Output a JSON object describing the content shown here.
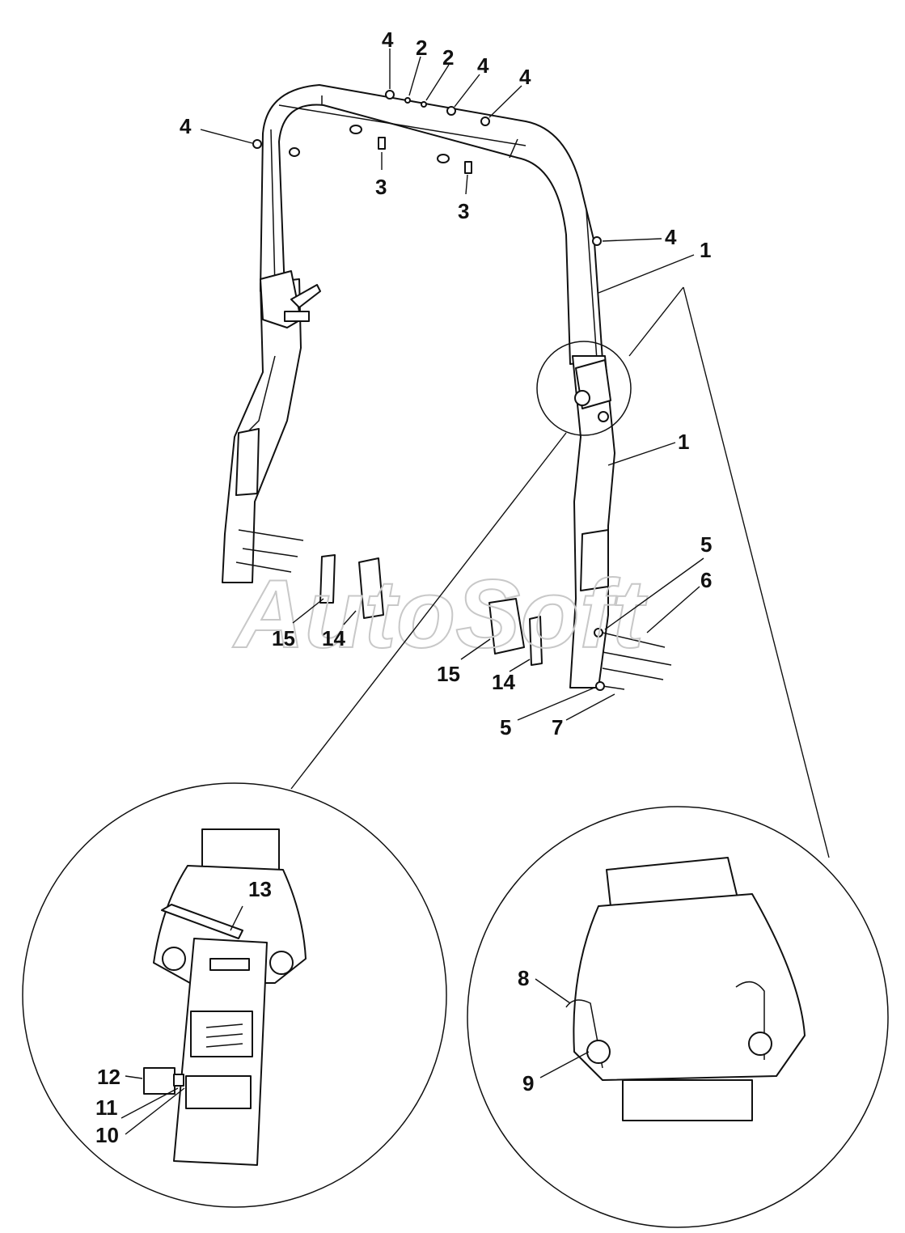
{
  "watermark": "AutoSoft",
  "callouts": [
    {
      "id": "c-4a",
      "text": "4"
    },
    {
      "id": "c-2a",
      "text": "2"
    },
    {
      "id": "c-2b",
      "text": "2"
    },
    {
      "id": "c-4b",
      "text": "4"
    },
    {
      "id": "c-4c",
      "text": "4"
    },
    {
      "id": "c-4d",
      "text": "4"
    },
    {
      "id": "c-3a",
      "text": "3"
    },
    {
      "id": "c-3b",
      "text": "3"
    },
    {
      "id": "c-4e",
      "text": "4"
    },
    {
      "id": "c-1a",
      "text": "1"
    },
    {
      "id": "c-1b",
      "text": "1"
    },
    {
      "id": "c-5a",
      "text": "5"
    },
    {
      "id": "c-6",
      "text": "6"
    },
    {
      "id": "c-15a",
      "text": "15"
    },
    {
      "id": "c-14a",
      "text": "14"
    },
    {
      "id": "c-15b",
      "text": "15"
    },
    {
      "id": "c-14b",
      "text": "14"
    },
    {
      "id": "c-5b",
      "text": "5"
    },
    {
      "id": "c-7",
      "text": "7"
    },
    {
      "id": "c-13",
      "text": "13"
    },
    {
      "id": "c-12",
      "text": "12"
    },
    {
      "id": "c-11",
      "text": "11"
    },
    {
      "id": "c-10",
      "text": "10"
    },
    {
      "id": "c-8",
      "text": "8"
    },
    {
      "id": "c-9",
      "text": "9"
    }
  ]
}
